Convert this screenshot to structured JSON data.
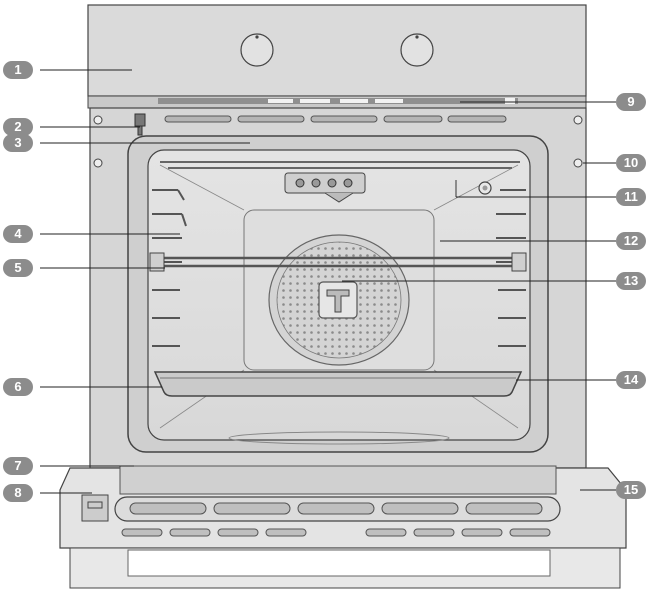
{
  "callouts": {
    "c1": "1",
    "c2": "2",
    "c3": "3",
    "c4": "4",
    "c5": "5",
    "c6": "6",
    "c7": "7",
    "c8": "8",
    "c9": "9",
    "c10": "10",
    "c11": "11",
    "c12": "12",
    "c13": "13",
    "c14": "14",
    "c15": "15"
  },
  "colors": {
    "callout_fill": "#8c8c8c",
    "body_fill": "#d9d9d9",
    "cavity_fill": "#e6e6e6",
    "outline": "#333333"
  }
}
